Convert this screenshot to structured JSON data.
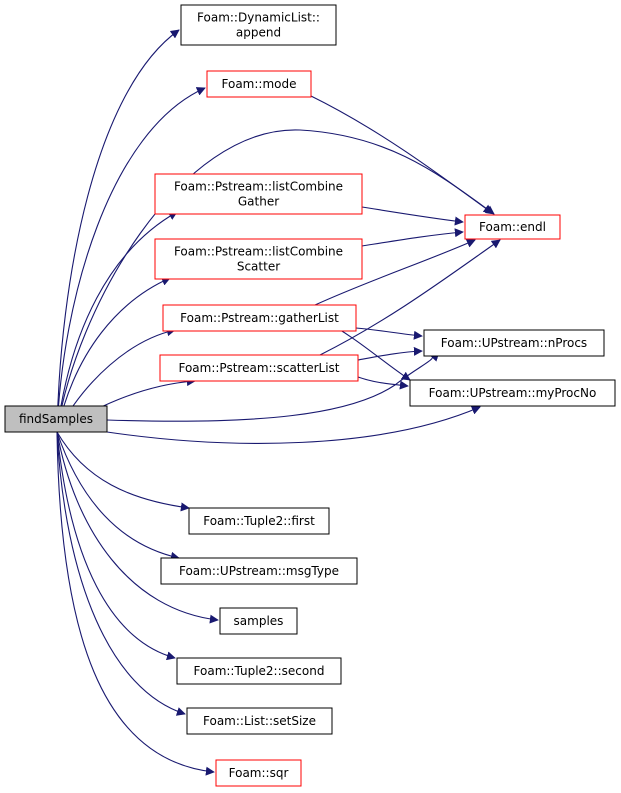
{
  "colors": {
    "edge": "#191970",
    "border_normal": "#000000",
    "border_truncated": "#ff0000",
    "root_fill": "#bfbfbf",
    "node_fill": "#ffffff"
  },
  "nodes": [
    {
      "id": "findSamples",
      "lines": [
        "findSamples"
      ],
      "kind": "root"
    },
    {
      "id": "append",
      "lines": [
        "Foam::DynamicList::",
        "append"
      ],
      "kind": "normal"
    },
    {
      "id": "mode",
      "lines": [
        "Foam::mode"
      ],
      "kind": "truncated"
    },
    {
      "id": "listCombineGather",
      "lines": [
        "Foam::Pstream::listCombine",
        "Gather"
      ],
      "kind": "truncated"
    },
    {
      "id": "listCombineScatter",
      "lines": [
        "Foam::Pstream::listCombine",
        "Scatter"
      ],
      "kind": "truncated"
    },
    {
      "id": "gatherList",
      "lines": [
        "Foam::Pstream::gatherList"
      ],
      "kind": "truncated"
    },
    {
      "id": "scatterList",
      "lines": [
        "Foam::Pstream::scatterList"
      ],
      "kind": "truncated"
    },
    {
      "id": "endl",
      "lines": [
        "Foam::endl"
      ],
      "kind": "truncated"
    },
    {
      "id": "nProcs",
      "lines": [
        "Foam::UPstream::nProcs"
      ],
      "kind": "normal"
    },
    {
      "id": "myProcNo",
      "lines": [
        "Foam::UPstream::myProcNo"
      ],
      "kind": "normal"
    },
    {
      "id": "first",
      "lines": [
        "Foam::Tuple2::first"
      ],
      "kind": "normal"
    },
    {
      "id": "msgType",
      "lines": [
        "Foam::UPstream::msgType"
      ],
      "kind": "normal"
    },
    {
      "id": "samples",
      "lines": [
        "samples"
      ],
      "kind": "normal"
    },
    {
      "id": "second",
      "lines": [
        "Foam::Tuple2::second"
      ],
      "kind": "normal"
    },
    {
      "id": "setSize",
      "lines": [
        "Foam::List::setSize"
      ],
      "kind": "normal"
    },
    {
      "id": "sqr",
      "lines": [
        "Foam::sqr"
      ],
      "kind": "truncated"
    }
  ],
  "edges": [
    {
      "from": "findSamples",
      "to": "append"
    },
    {
      "from": "findSamples",
      "to": "mode"
    },
    {
      "from": "findSamples",
      "to": "endl"
    },
    {
      "from": "findSamples",
      "to": "listCombineGather"
    },
    {
      "from": "findSamples",
      "to": "listCombineScatter"
    },
    {
      "from": "findSamples",
      "to": "gatherList"
    },
    {
      "from": "findSamples",
      "to": "scatterList"
    },
    {
      "from": "findSamples",
      "to": "nProcs"
    },
    {
      "from": "findSamples",
      "to": "myProcNo"
    },
    {
      "from": "findSamples",
      "to": "first"
    },
    {
      "from": "findSamples",
      "to": "msgType"
    },
    {
      "from": "findSamples",
      "to": "samples"
    },
    {
      "from": "findSamples",
      "to": "second"
    },
    {
      "from": "findSamples",
      "to": "setSize"
    },
    {
      "from": "findSamples",
      "to": "sqr"
    },
    {
      "from": "mode",
      "to": "endl"
    },
    {
      "from": "listCombineGather",
      "to": "endl"
    },
    {
      "from": "listCombineScatter",
      "to": "endl"
    },
    {
      "from": "gatherList",
      "to": "endl"
    },
    {
      "from": "gatherList",
      "to": "nProcs"
    },
    {
      "from": "gatherList",
      "to": "myProcNo"
    },
    {
      "from": "scatterList",
      "to": "endl"
    },
    {
      "from": "scatterList",
      "to": "nProcs"
    },
    {
      "from": "scatterList",
      "to": "myProcNo"
    }
  ]
}
